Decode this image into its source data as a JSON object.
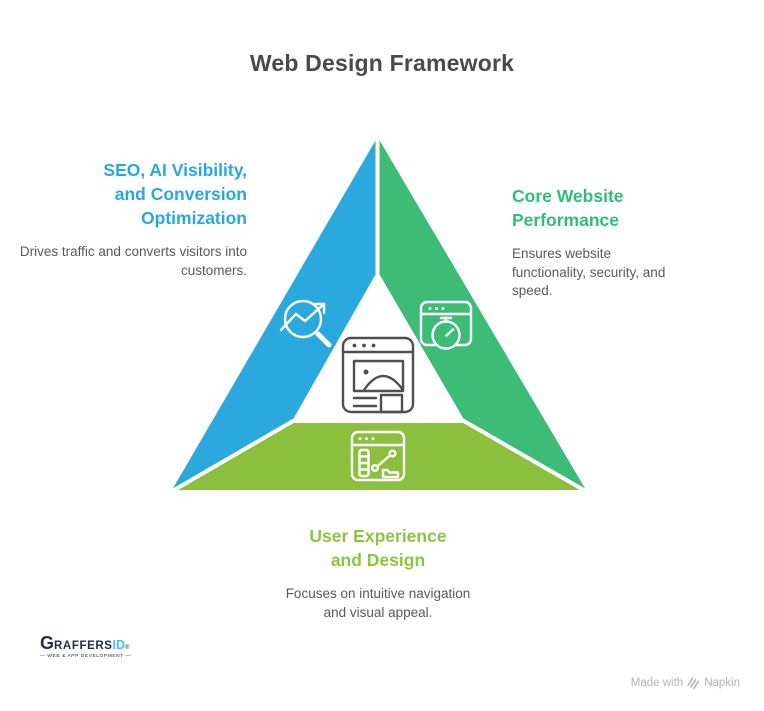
{
  "title": "Web Design Framework",
  "colors": {
    "blue": "#2BA9DF",
    "green": "#3DBC78",
    "olive": "#8CBF3D",
    "heading_blue": "#29A8DF",
    "heading_green": "#2FBE7A",
    "heading_olive": "#8CC63F",
    "body_text": "#58595B",
    "title_text": "#4A4A4A",
    "icon_dark": "#4F4F4F",
    "logo_navy": "#20304C",
    "logo_cyan": "#4AC1E8",
    "credit_gray": "#B3B3B3"
  },
  "sections": {
    "seo": {
      "heading": "SEO, AI Visibility,\nand Conversion\nOptimization",
      "body": "Drives traffic and converts visitors into customers.",
      "icon": "search-trend-icon"
    },
    "performance": {
      "heading": "Core Website\nPerformance",
      "body": "Ensures website functionality, security, and speed.",
      "icon": "browser-stopwatch-icon"
    },
    "ux": {
      "heading": "User Experience\nand Design",
      "body": "Focuses on intuitive navigation and visual appeal.",
      "icon": "browser-chart-icon"
    },
    "center_icon": "browser-image-icon"
  },
  "footer": {
    "logo": {
      "name": "GraffersID",
      "part1": "G",
      "part2": "RAFFERS",
      "part3": "ID",
      "mark": "®",
      "tagline": "— WEB & APP DEVELOPMENT —"
    },
    "credit": {
      "prefix": "Made with",
      "brand": "Napkin"
    }
  }
}
